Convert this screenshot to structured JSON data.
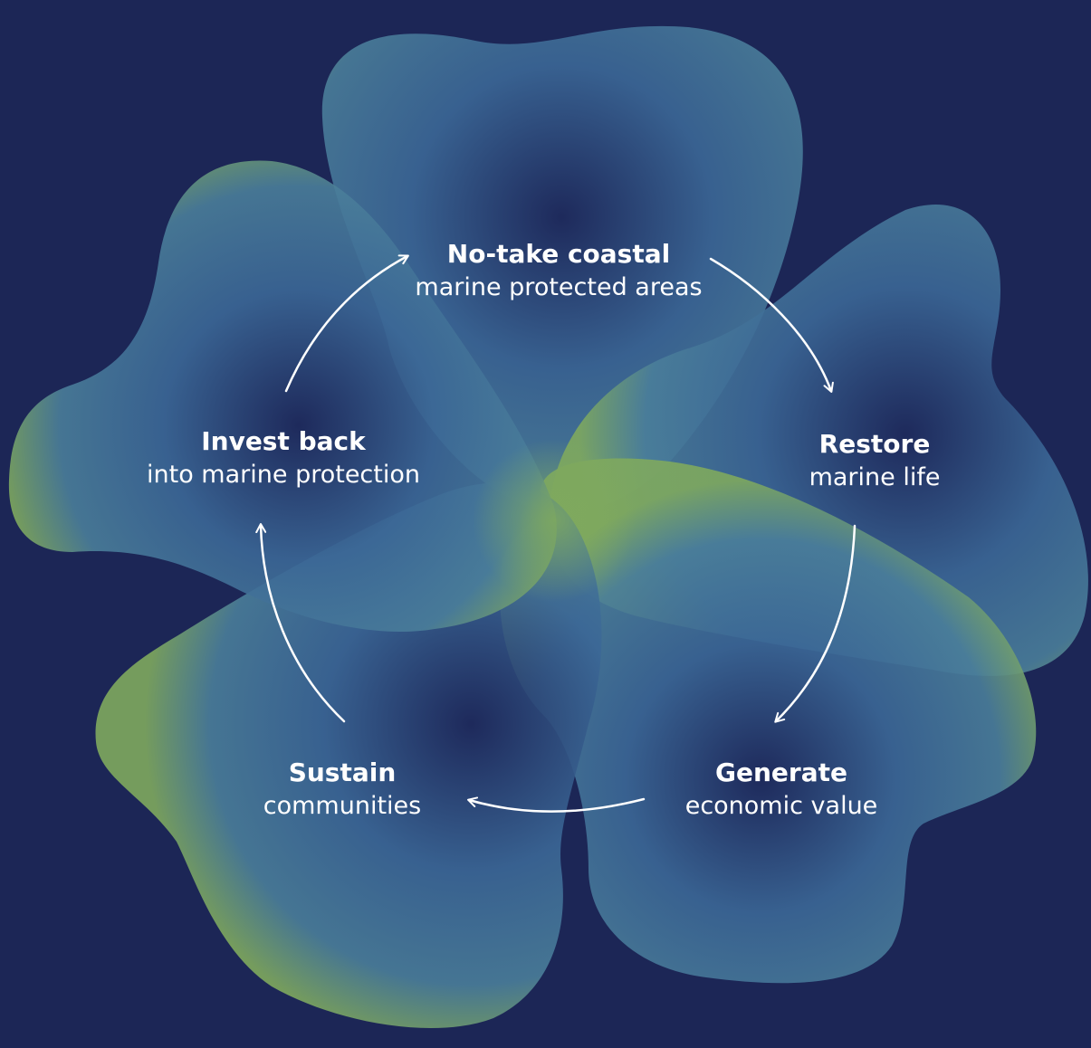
{
  "colors": {
    "background": "#1c2656",
    "petal_edge": "#7fa95e",
    "petal_mid": "#3f6d9c",
    "petal_core": "#1e2a5c",
    "arrow": "#ffffff"
  },
  "cycle": [
    {
      "title": "No-take coastal",
      "subtitle": "marine protected areas"
    },
    {
      "title": "Restore",
      "subtitle": "marine life"
    },
    {
      "title": "Generate",
      "subtitle": "economic value"
    },
    {
      "title": "Sustain",
      "subtitle": "communities"
    },
    {
      "title": "Invest back",
      "subtitle": "into marine protection"
    }
  ]
}
